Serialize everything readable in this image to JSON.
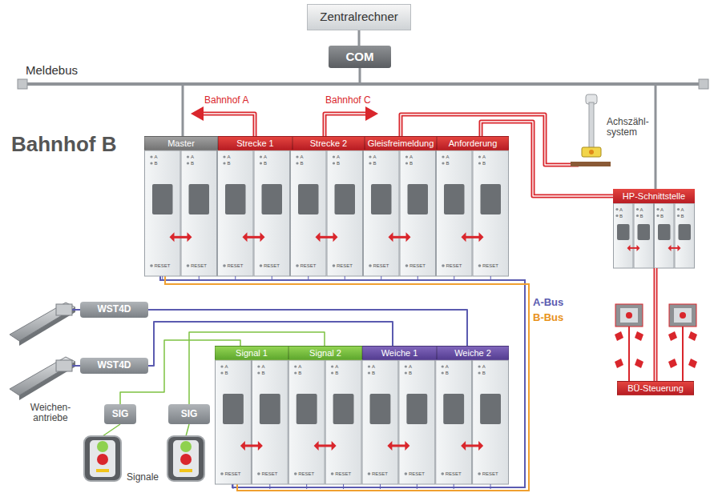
{
  "diagram": {
    "nodes": [
      {
        "text": [
          "Zentralrechner"
        ]
      },
      {
        "text": [
          "COM"
        ]
      },
      {
        "text": [
          "Master"
        ]
      },
      {
        "text": [
          "Strecke 1"
        ]
      },
      {
        "text": [
          "Strecke 2"
        ]
      },
      {
        "text": [
          "Gleisfreimeldung"
        ]
      },
      {
        "text": [
          "Anforderung"
        ]
      },
      {
        "text": [
          "HP-Schnittstelle"
        ]
      },
      {
        "text": [
          "BÜ-Steuerung"
        ]
      },
      {
        "text": [
          "WST4D"
        ]
      },
      {
        "text": [
          "WST4D"
        ]
      },
      {
        "text": [
          "SIG"
        ]
      },
      {
        "text": [
          "SIG"
        ]
      },
      {
        "text": [
          "Signal 1"
        ]
      },
      {
        "text": [
          "Signal 2"
        ]
      },
      {
        "text": [
          "Weiche 1"
        ]
      },
      {
        "text": [
          "Weiche 2"
        ]
      }
    ],
    "edges": [
      {
        "from": 0,
        "to": 1,
        "arrow": "none"
      },
      {
        "from": 6,
        "to": 7,
        "arrow": "none"
      },
      {
        "from": 7,
        "to": 8,
        "arrow": "none"
      },
      {
        "from": 9,
        "to": 16,
        "arrow": "none"
      },
      {
        "from": 10,
        "to": 15,
        "arrow": "none"
      },
      {
        "from": 11,
        "to": 13,
        "arrow": "none"
      },
      {
        "from": 12,
        "to": 14,
        "arrow": "none"
      }
    ],
    "labels": [
      "Meldebus",
      "Bahnhof B",
      "Bahnhof A",
      "Bahnhof C",
      "Achszähl- system",
      "A-Bus",
      "B-Bus",
      "Weichen- antriebe",
      "Signale",
      "A",
      "B",
      "RESET",
      "A",
      "B",
      "RESET",
      "A",
      "B",
      "RESET",
      "A",
      "B",
      "RESET",
      "A",
      "B",
      "RESET",
      "A",
      "B",
      "RESET",
      "A",
      "B",
      "RESET",
      "A",
      "B",
      "RESET",
      "A",
      "B",
      "RESET",
      "A",
      "B",
      "RESET",
      "A",
      "B",
      "RESET",
      "A",
      "B",
      "RESET",
      "A",
      "B",
      "RESET",
      "A",
      "B",
      "RESET",
      "A",
      "B",
      "RESET",
      "A",
      "B",
      "RESET",
      "A",
      "B",
      "RESET",
      "A",
      "B",
      "RESET",
      "A",
      "B",
      "A",
      "B",
      "A",
      "B",
      "A",
      "B"
    ]
  }
}
